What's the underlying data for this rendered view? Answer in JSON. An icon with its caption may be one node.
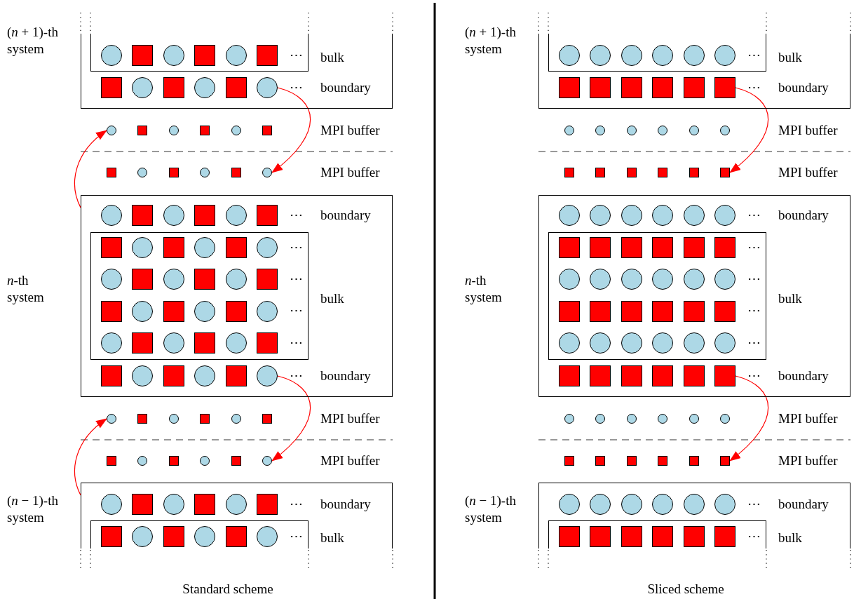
{
  "diagram": {
    "nodes": [
      {
        "text": [
          "(*n* + 1)-th system",
          "boundary"
        ]
      },
      {
        "text": [],
        "shape": "box",
        "in": 0,
        "beside": [
          "bulk"
        ]
      },
      {
        "text": [],
        "shape": "circle",
        "in": 1
      },
      {
        "text": [],
        "shape": "box",
        "in": 1
      },
      {
        "text": [],
        "shape": "circle",
        "in": 1
      },
      {
        "text": [],
        "shape": "box",
        "in": 1
      },
      {
        "text": [],
        "shape": "circle",
        "in": 1
      },
      {
        "text": [],
        "shape": "box",
        "in": 1
      },
      {
        "text": [],
        "shape": "box",
        "in": 0
      },
      {
        "text": [],
        "shape": "circle",
        "in": 0
      },
      {
        "text": [],
        "shape": "box",
        "in": 0
      },
      {
        "text": [],
        "shape": "circle",
        "in": 0
      },
      {
        "text": [],
        "shape": "box",
        "in": 0
      },
      {
        "text": [],
        "shape": "circle",
        "in": 0
      },
      {
        "text": [],
        "shape": "circle"
      },
      {
        "text": [],
        "shape": "box"
      },
      {
        "text": [],
        "shape": "circle"
      },
      {
        "text": [],
        "shape": "box"
      },
      {
        "text": [],
        "shape": "circle"
      },
      {
        "text": [],
        "shape": "box"
      },
      {
        "text": [],
        "shape": "box"
      },
      {
        "text": [],
        "shape": "circle"
      },
      {
        "text": [],
        "shape": "box"
      },
      {
        "text": [],
        "shape": "circle"
      },
      {
        "text": [],
        "shape": "box"
      },
      {
        "text": [],
        "shape": "circle"
      },
      {
        "text": [
          "*n*-th system",
          "boundary",
          "boundary"
        ]
      },
      {
        "text": [],
        "shape": "circle",
        "in": 26
      },
      {
        "text": [],
        "shape": "box",
        "in": 26
      },
      {
        "text": [],
        "shape": "circle",
        "in": 26
      },
      {
        "text": [],
        "shape": "box",
        "in": 26
      },
      {
        "text": [],
        "shape": "circle",
        "in": 26
      },
      {
        "text": [],
        "shape": "box",
        "in": 26
      },
      {
        "text": [],
        "shape": "box",
        "in": 26,
        "beside": [
          "bulk"
        ]
      },
      {
        "text": [],
        "shape": "box",
        "in": 33
      },
      {
        "text": [],
        "shape": "circle",
        "in": 33
      },
      {
        "text": [],
        "shape": "box",
        "in": 33
      },
      {
        "text": [],
        "shape": "circle",
        "in": 33
      },
      {
        "text": [],
        "shape": "box",
        "in": 33
      },
      {
        "text": [],
        "shape": "circle",
        "in": 33
      },
      {
        "text": [],
        "shape": "circle",
        "in": 33
      },
      {
        "text": [],
        "shape": "box",
        "in": 33
      },
      {
        "text": [],
        "shape": "circle",
        "in": 33
      },
      {
        "text": [],
        "shape": "box",
        "in": 33
      },
      {
        "text": [],
        "shape": "circle",
        "in": 33
      },
      {
        "text": [],
        "shape": "box",
        "in": 33
      },
      {
        "text": [],
        "shape": "box",
        "in": 33
      },
      {
        "text": [],
        "shape": "circle",
        "in": 33
      },
      {
        "text": [],
        "shape": "box",
        "in": 33
      },
      {
        "text": [],
        "shape": "circle",
        "in": 33
      },
      {
        "text": [],
        "shape": "box",
        "in": 33
      },
      {
        "text": [],
        "shape": "circle",
        "in": 33
      },
      {
        "text": [],
        "shape": "circle",
        "in": 33
      },
      {
        "text": [],
        "shape": "box",
        "in": 33
      },
      {
        "text": [],
        "shape": "circle",
        "in": 33
      },
      {
        "text": [],
        "shape": "box",
        "in": 33
      },
      {
        "text": [],
        "shape": "circle",
        "in": 33
      },
      {
        "text": [],
        "shape": "box",
        "in": 33
      },
      {
        "text": [],
        "shape": "box",
        "in": 26
      },
      {
        "text": [],
        "shape": "circle",
        "in": 26
      },
      {
        "text": [],
        "shape": "box",
        "in": 26
      },
      {
        "text": [],
        "shape": "circle",
        "in": 26
      },
      {
        "text": [],
        "shape": "box",
        "in": 26
      },
      {
        "text": [],
        "shape": "circle",
        "in": 26
      },
      {
        "text": [],
        "shape": "circle"
      },
      {
        "text": [],
        "shape": "box"
      },
      {
        "text": [],
        "shape": "circle"
      },
      {
        "text": [],
        "shape": "box"
      },
      {
        "text": [],
        "shape": "circle"
      },
      {
        "text": [],
        "shape": "box"
      },
      {
        "text": [],
        "shape": "box"
      },
      {
        "text": [],
        "shape": "circle"
      },
      {
        "text": [],
        "shape": "box"
      },
      {
        "text": [],
        "shape": "circle"
      },
      {
        "text": [],
        "shape": "box"
      },
      {
        "text": [],
        "shape": "circle"
      },
      {
        "text": [
          "(*n* − 1)-th system",
          "boundary"
        ]
      },
      {
        "text": [],
        "shape": "circle",
        "in": 76
      },
      {
        "text": [],
        "shape": "box",
        "in": 76
      },
      {
        "text": [],
        "shape": "circle",
        "in": 76
      },
      {
        "text": [],
        "shape": "box",
        "in": 76
      },
      {
        "text": [],
        "shape": "circle",
        "in": 76
      },
      {
        "text": [],
        "shape": "box",
        "in": 76
      },
      {
        "text": [],
        "shape": "box",
        "in": 76,
        "beside": [
          "bulk"
        ]
      },
      {
        "text": [],
        "shape": "box",
        "in": 83
      },
      {
        "text": [],
        "shape": "circle",
        "in": 83
      },
      {
        "text": [],
        "shape": "box",
        "in": 83
      },
      {
        "text": [],
        "shape": "circle",
        "in": 83
      },
      {
        "text": [],
        "shape": "box",
        "in": 83
      },
      {
        "text": [],
        "shape": "circle",
        "in": 83
      },
      {
        "text": [
          "(*n* + 1)-th system",
          "boundary"
        ]
      },
      {
        "text": [],
        "shape": "box",
        "in": 90,
        "beside": [
          "bulk"
        ]
      },
      {
        "text": [],
        "shape": "circle",
        "in": 91
      },
      {
        "text": [],
        "shape": "circle",
        "in": 91
      },
      {
        "text": [],
        "shape": "circle",
        "in": 91
      },
      {
        "text": [],
        "shape": "circle",
        "in": 91
      },
      {
        "text": [],
        "shape": "circle",
        "in": 91
      },
      {
        "text": [],
        "shape": "circle",
        "in": 91
      },
      {
        "text": [],
        "shape": "box",
        "in": 90
      },
      {
        "text": [],
        "shape": "box",
        "in": 90
      },
      {
        "text": [],
        "shape": "box",
        "in": 90
      },
      {
        "text": [],
        "shape": "box",
        "in": 90
      },
      {
        "text": [],
        "shape": "box",
        "in": 90
      },
      {
        "text": [],
        "shape": "box",
        "in": 90
      },
      {
        "text": [],
        "shape": "circle"
      },
      {
        "text": [],
        "shape": "circle"
      },
      {
        "text": [],
        "shape": "circle"
      },
      {
        "text": [],
        "shape": "circle"
      },
      {
        "text": [],
        "shape": "circle"
      },
      {
        "text": [],
        "shape": "circle"
      },
      {
        "text": [],
        "shape": "box"
      },
      {
        "text": [],
        "shape": "box"
      },
      {
        "text": [],
        "shape": "box"
      },
      {
        "text": [],
        "shape": "box"
      },
      {
        "text": [],
        "shape": "box"
      },
      {
        "text": [],
        "shape": "box"
      },
      {
        "text": [
          "*n*-th system",
          "boundary",
          "boundary"
        ]
      },
      {
        "text": [],
        "shape": "circle",
        "in": 116
      },
      {
        "text": [],
        "shape": "circle",
        "in": 116
      },
      {
        "text": [],
        "shape": "circle",
        "in": 116
      },
      {
        "text": [],
        "shape": "circle",
        "in": 116
      },
      {
        "text": [],
        "shape": "circle",
        "in": 116
      },
      {
        "text": [],
        "shape": "circle",
        "in": 116
      },
      {
        "text": [],
        "shape": "box",
        "in": 116,
        "beside": [
          "bulk"
        ]
      },
      {
        "text": [],
        "shape": "box",
        "in": 123
      },
      {
        "text": [],
        "shape": "box",
        "in": 123
      },
      {
        "text": [],
        "shape": "box",
        "in": 123
      },
      {
        "text": [],
        "shape": "box",
        "in": 123
      },
      {
        "text": [],
        "shape": "box",
        "in": 123
      },
      {
        "text": [],
        "shape": "box",
        "in": 123
      },
      {
        "text": [],
        "shape": "circle",
        "in": 123
      },
      {
        "text": [],
        "shape": "circle",
        "in": 123
      },
      {
        "text": [],
        "shape": "circle",
        "in": 123
      },
      {
        "text": [],
        "shape": "circle",
        "in": 123
      },
      {
        "text": [],
        "shape": "circle",
        "in": 123
      },
      {
        "text": [],
        "shape": "circle",
        "in": 123
      },
      {
        "text": [],
        "shape": "box",
        "in": 123
      },
      {
        "text": [],
        "shape": "box",
        "in": 123
      },
      {
        "text": [],
        "shape": "box",
        "in": 123
      },
      {
        "text": [],
        "shape": "box",
        "in": 123
      },
      {
        "text": [],
        "shape": "box",
        "in": 123
      },
      {
        "text": [],
        "shape": "box",
        "in": 123
      },
      {
        "text": [],
        "shape": "circle",
        "in": 123
      },
      {
        "text": [],
        "shape": "circle",
        "in": 123
      },
      {
        "text": [],
        "shape": "circle",
        "in": 123
      },
      {
        "text": [],
        "shape": "circle",
        "in": 123
      },
      {
        "text": [],
        "shape": "circle",
        "in": 123
      },
      {
        "text": [],
        "shape": "circle",
        "in": 123
      },
      {
        "text": [],
        "shape": "box",
        "in": 116
      },
      {
        "text": [],
        "shape": "box",
        "in": 116
      },
      {
        "text": [],
        "shape": "box",
        "in": 116
      },
      {
        "text": [],
        "shape": "box",
        "in": 116
      },
      {
        "text": [],
        "shape": "box",
        "in": 116
      },
      {
        "text": [],
        "shape": "box",
        "in": 116
      },
      {
        "text": [],
        "shape": "circle"
      },
      {
        "text": [],
        "shape": "circle"
      },
      {
        "text": [],
        "shape": "circle"
      },
      {
        "text": [],
        "shape": "circle"
      },
      {
        "text": [],
        "shape": "circle"
      },
      {
        "text": [],
        "shape": "circle"
      },
      {
        "text": [],
        "shape": "box"
      },
      {
        "text": [],
        "shape": "box"
      },
      {
        "text": [],
        "shape": "box"
      },
      {
        "text": [],
        "shape": "box"
      },
      {
        "text": [],
        "shape": "box"
      },
      {
        "text": [],
        "shape": "box"
      },
      {
        "text": [
          "(*n* − 1)-th system",
          "boundary"
        ]
      },
      {
        "text": [],
        "shape": "circle",
        "in": 166
      },
      {
        "text": [],
        "shape": "circle",
        "in": 166
      },
      {
        "text": [],
        "shape": "circle",
        "in": 166
      },
      {
        "text": [],
        "shape": "circle",
        "in": 166
      },
      {
        "text": [],
        "shape": "circle",
        "in": 166
      },
      {
        "text": [],
        "shape": "circle",
        "in": 166
      },
      {
        "text": [],
        "shape": "box",
        "in": 166,
        "beside": [
          "bulk"
        ]
      },
      {
        "text": [],
        "shape": "box",
        "in": 173
      },
      {
        "text": [],
        "shape": "box",
        "in": 173
      },
      {
        "text": [],
        "shape": "box",
        "in": 173
      },
      {
        "text": [],
        "shape": "box",
        "in": 173
      },
      {
        "text": [],
        "shape": "box",
        "in": 173
      },
      {
        "text": [],
        "shape": "box",
        "in": 173
      }
    ],
    "edges": [
      {
        "from": 13,
        "to": 25,
        "arrow": "to"
      },
      {
        "from": 26,
        "to": 14,
        "arrow": "to"
      },
      {
        "from": 63,
        "to": 75,
        "arrow": "to"
      },
      {
        "from": 76,
        "to": 64,
        "arrow": "to"
      },
      {
        "from": 103,
        "to": 115,
        "arrow": "to"
      },
      {
        "from": 153,
        "to": 165,
        "arrow": "to"
      }
    ],
    "labels": [
      "⋯",
      "⋯",
      "MPI buffer",
      "MPI buffer",
      "⋯",
      "⋯",
      "⋯",
      "⋯",
      "⋯",
      "⋯",
      "MPI buffer",
      "MPI buffer",
      "⋯",
      "⋯",
      "Standard scheme",
      "⋯",
      "⋯",
      "MPI buffer",
      "MPI buffer",
      "⋯",
      "⋯",
      "⋯",
      "⋯",
      "⋯",
      "⋯",
      "MPI buffer",
      "MPI buffer",
      "⋯",
      "⋯",
      "Sliced scheme"
    ]
  }
}
